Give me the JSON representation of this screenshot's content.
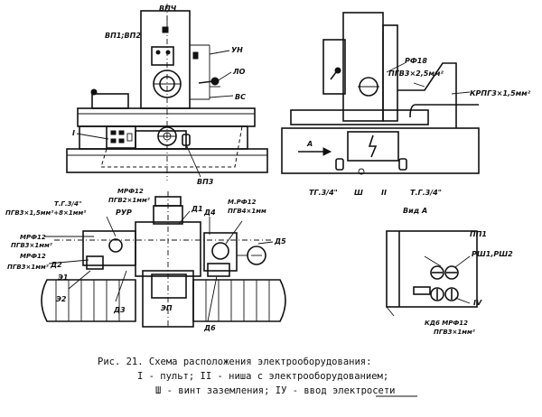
{
  "labels": {
    "vpch": "ВПЧ",
    "vp1_vp2": "ВП1;ВП2",
    "un": "УН",
    "lo": "ЛО",
    "vs": "ВС",
    "roman_I": "I",
    "vp3": "ВП3",
    "rf18": "РФ18",
    "pgvz_25_top": "ПГВ3×2,5мм²",
    "krpg": "КРПГ3×1,5мм²",
    "arrow_a": "А",
    "tg_34_right_a": "ТГ.3/4\"",
    "roman_III_a": "Ш",
    "roman_II_a": "II",
    "tg_34_right_b": "Т.Г.3/4\"",
    "tg_34_left": "Т.Г.3/4\"",
    "pgvz_15": "ПГВ3×1,5мм²+8×1мм²",
    "mrf12_a": "МРФ12",
    "pgv2": "ПГВ2×1мм²",
    "rur": "РУР",
    "d1": "Д1",
    "d4": "Д4",
    "mrf12_b": "М.РФ12",
    "pgv4": "ПГВ4×1мм",
    "d5": "Д5",
    "mrf12_c": "МРФ12",
    "pgvz_1a": "ПГВ3×1мм²",
    "mrf12_d": "МРФ12",
    "d2": "Д2",
    "pgvz_1b": "ПГВ3×1мм²",
    "e1": "Э1",
    "e2": "Э2",
    "d3": "Д3",
    "ep": "ЭП",
    "d6": "Д6",
    "vid_a": "Вид А",
    "pp1": "ПП1",
    "rsh": "РШ1,РШ2",
    "roman_IV": "IV",
    "kd6": "КД6 МРФ12",
    "pgvz_1c": "ПГВ3×1мм²"
  },
  "caption": {
    "line1": "Рис. 21. Схема расположения электрооборудования:",
    "line2": "I - пульт; II - ниша с электрооборудованием;",
    "line3": "Ш - винт заземления; IУ - ввод электросети"
  }
}
